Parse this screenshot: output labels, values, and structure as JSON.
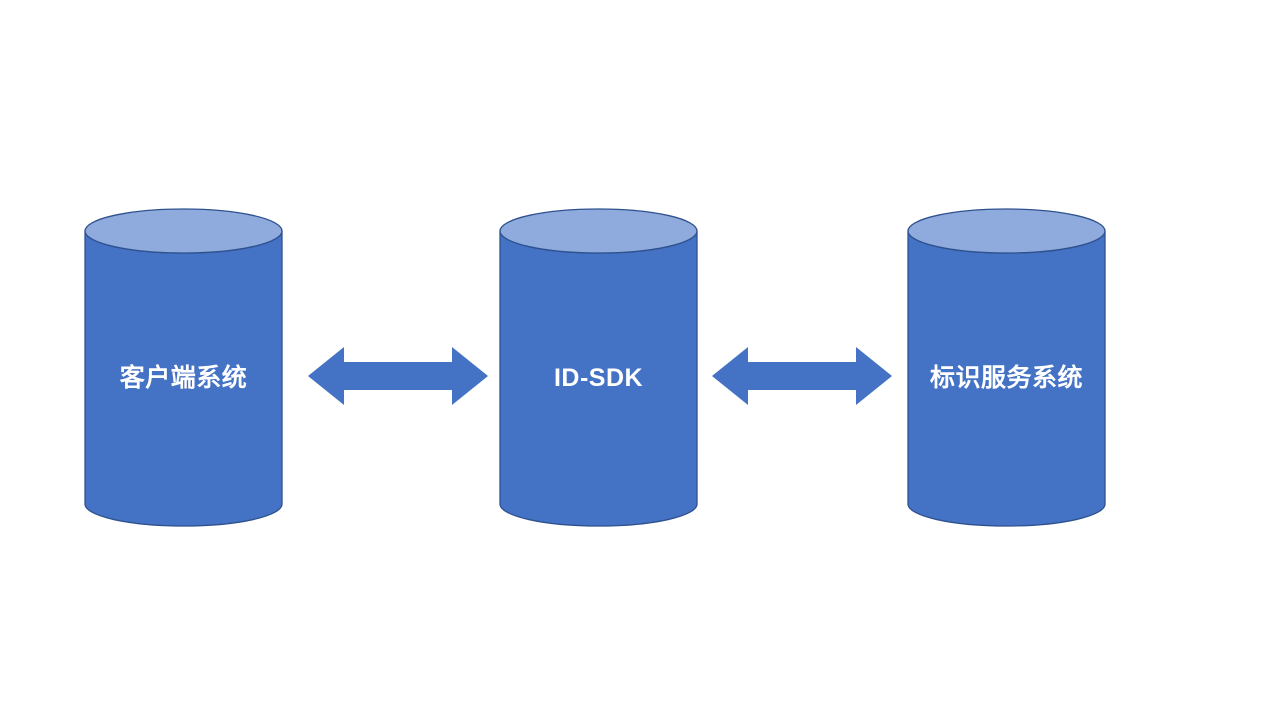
{
  "diagram": {
    "background": "#ffffff",
    "colors": {
      "cylinder_body": "#4472c4",
      "cylinder_top": "#8faadc",
      "cylinder_outline": "#2f528f",
      "arrow_fill": "#4472c4",
      "label_text": "#ffffff"
    },
    "nodes": [
      {
        "id": "client-system",
        "shape": "cylinder",
        "label": "客户端系统"
      },
      {
        "id": "id-sdk",
        "shape": "cylinder",
        "label": "ID-SDK"
      },
      {
        "id": "identifier-service-system",
        "shape": "cylinder",
        "label": "标识服务系统"
      }
    ],
    "connectors": [
      {
        "from": "client-system",
        "to": "id-sdk",
        "type": "double-headed-arrow"
      },
      {
        "from": "id-sdk",
        "to": "identifier-service-system",
        "type": "double-headed-arrow"
      }
    ]
  }
}
